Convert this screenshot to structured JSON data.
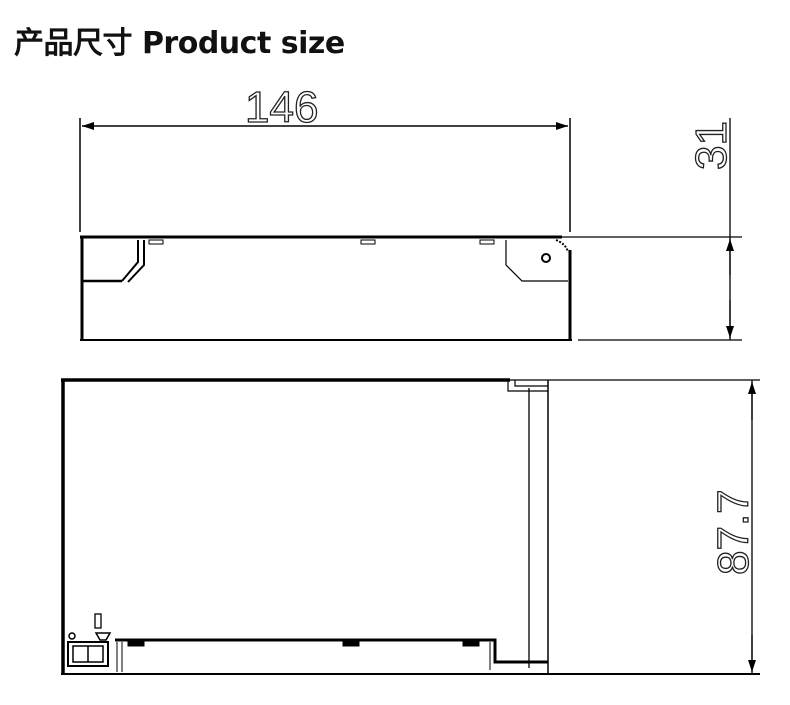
{
  "title": "产品尺寸 Product size",
  "dimensions": {
    "length": "146",
    "height": "31",
    "width": "87.7"
  }
}
